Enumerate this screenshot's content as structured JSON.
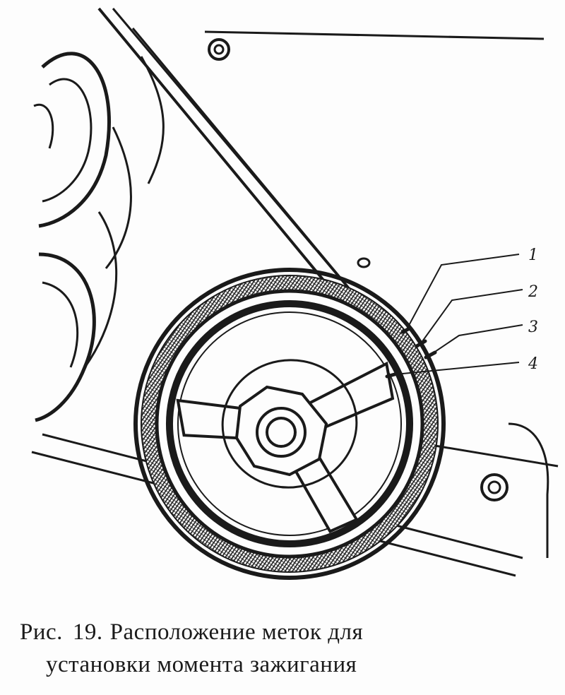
{
  "figure": {
    "callouts": [
      "1",
      "2",
      "3",
      "4"
    ]
  },
  "caption": {
    "prefix": "Рис.",
    "number": "19.",
    "line1_text": "Расположение меток для",
    "line2_text": "установки момента зажигания"
  },
  "colors": {
    "ink": "#1a1a1a",
    "paper": "#fdfdfd"
  }
}
